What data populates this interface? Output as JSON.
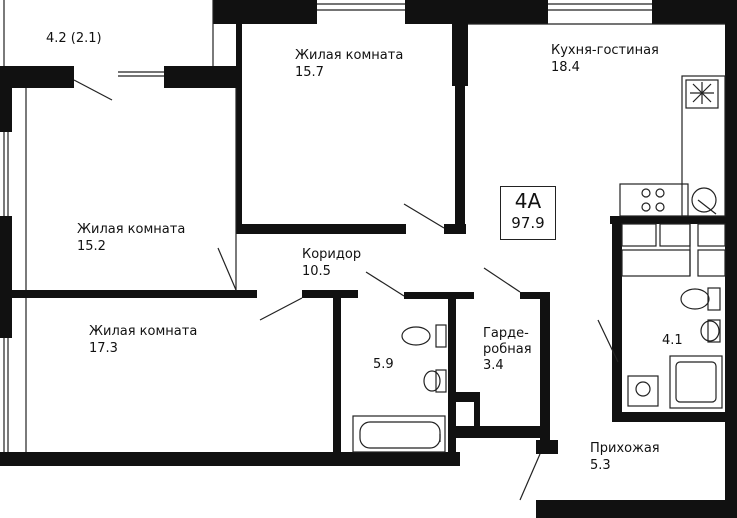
{
  "apartment": {
    "type": "4A",
    "total_area": "97.9"
  },
  "rooms": {
    "balcony": {
      "area": "4.2 (2.1)"
    },
    "bedroom1": {
      "name": "Жилая комната",
      "area": "15.7"
    },
    "kitchen": {
      "name": "Кухня-гостиная",
      "area": "18.4"
    },
    "bedroom2": {
      "name": "Жилая комната",
      "area": "15.2"
    },
    "corridor": {
      "name": "Коридор",
      "area": "10.5"
    },
    "bedroom3": {
      "name": "Жилая комната",
      "area": "17.3"
    },
    "bathroom": {
      "area": "5.9"
    },
    "wardrobe": {
      "name_line1": "Гарде-",
      "name_line2": "робная",
      "area": "3.4"
    },
    "wc": {
      "area": "4.1"
    },
    "hallway": {
      "name": "Прихожая",
      "area": "5.3"
    }
  },
  "colors": {
    "wall": "#111111",
    "line": "#222222",
    "background": "#ffffff"
  }
}
